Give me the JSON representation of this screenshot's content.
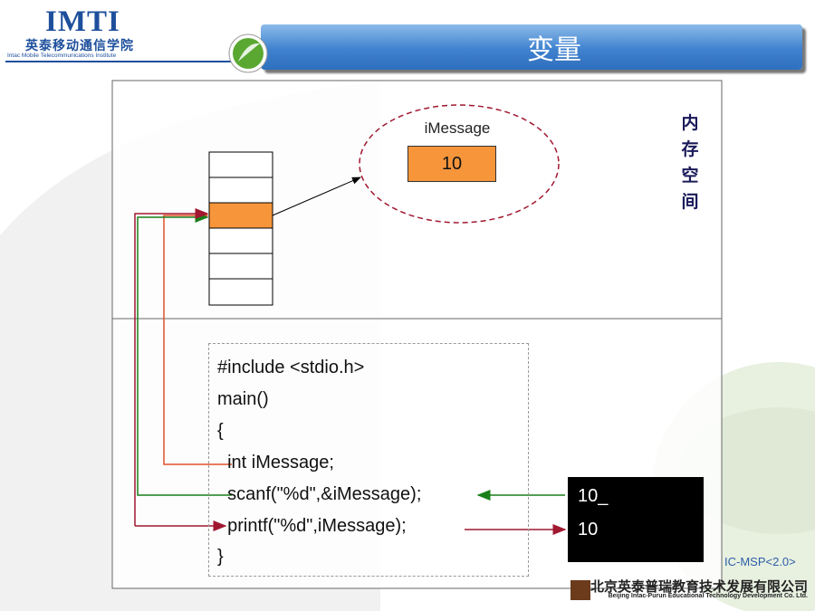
{
  "header": {
    "logo_main": "IMTI",
    "logo_cn": "英泰移动通信学院",
    "logo_en": "Intac Mobile Telecommunications Institute",
    "title": "变量"
  },
  "memory": {
    "label_chars": [
      "内",
      "存",
      "空",
      "间"
    ],
    "variable_name": "iMessage",
    "variable_value": "10"
  },
  "code": {
    "lines": [
      "#include <stdio.h>",
      "main()",
      "{",
      "  int iMessage;",
      "  scanf(\"%d\",&iMessage);",
      "  printf(\"%d\",iMessage);",
      "}"
    ]
  },
  "console": {
    "lines": [
      "10_",
      "10"
    ]
  },
  "footer": {
    "slide_code": "IC-MSP<2.0>",
    "company_cn": "北京英泰普瑞教育技术发展有限公司",
    "company_en": "Beijing Intac-Purun Educational Technology Development Co. Ltd."
  },
  "colors": {
    "title_bar": "#3f82cf",
    "highlight_cell": "#f7953b",
    "arrow_declare": "#e0522a",
    "arrow_scanf": "#1a7f1a",
    "arrow_printf": "#a01830",
    "ellipse": "#a01830"
  }
}
